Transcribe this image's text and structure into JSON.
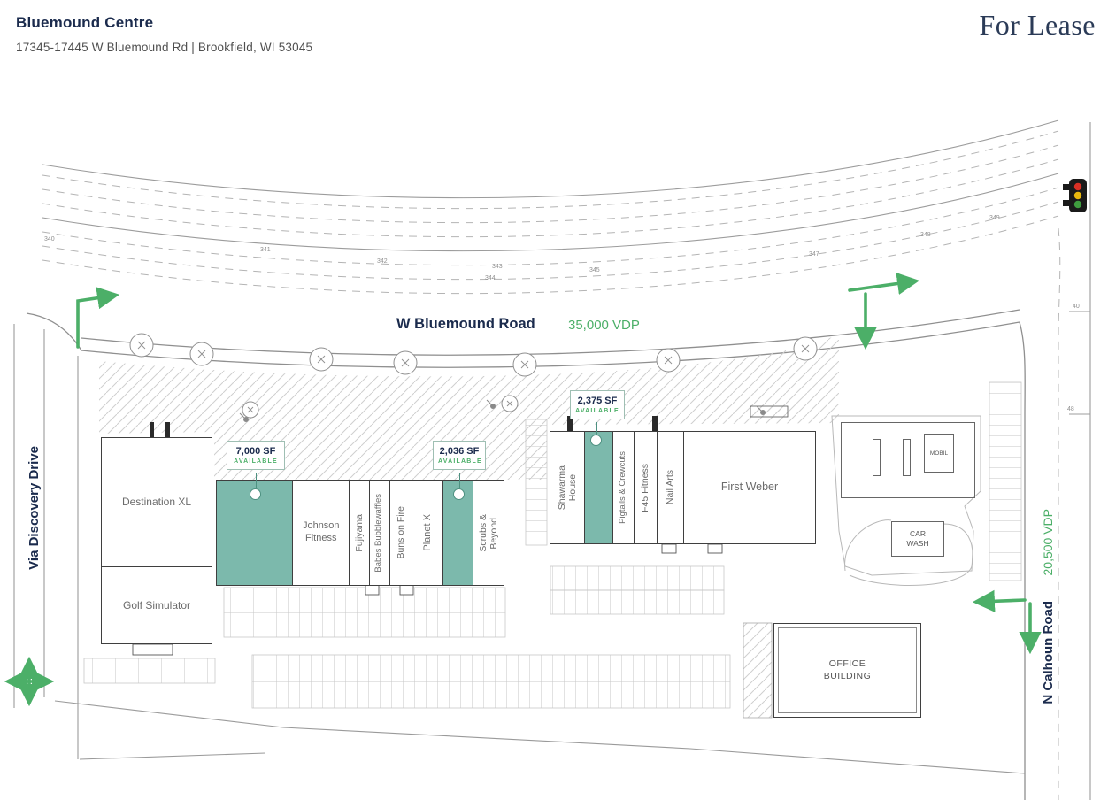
{
  "header": {
    "title": "Bluemound Centre",
    "address": "17345-17445 W Bluemound Rd  |  Brookfield, WI 53045",
    "lease_label": "For Lease"
  },
  "roads": {
    "bluemound": {
      "name": "W Bluemound Road",
      "vdp": "35,000 VDP"
    },
    "discovery": {
      "name": "Via Discovery Drive"
    },
    "calhoun": {
      "name": "N Calhoun Road",
      "vdp": "20,500 VDP"
    }
  },
  "tenants": {
    "destination_xl": "Destination XL",
    "golf_simulator": "Golf Simulator",
    "johnson_fitness": "Johnson Fitness",
    "fujiyama": "Fujiyama",
    "babes_bubblewaffles": "Babes Bubblewaffles",
    "buns_on_fire": "Buns on Fire",
    "planet_x": "Planet X",
    "scrubs_beyond": "Scrubs &\nBeyond",
    "shawarma_house": "Shawarma\nHouse",
    "pigtails_crewcuts": "Pigtails & Crewcuts",
    "f45_fitness": "F45 Fitness",
    "nail_arts": "Nail Arts",
    "first_weber": "First Weber",
    "mobil": "MOBIL",
    "car_wash": "CAR WASH",
    "office_building": "OFFICE BUILDING"
  },
  "available_spaces": [
    {
      "size": "7,000 SF",
      "status": "AVAILABLE"
    },
    {
      "size": "2,036 SF",
      "status": "AVAILABLE"
    },
    {
      "size": "2,375 SF",
      "status": "AVAILABLE"
    }
  ],
  "contours": [
    "340",
    "341",
    "342",
    "343",
    "344",
    "345",
    "347",
    "348",
    "349",
    "40",
    "48"
  ],
  "colors": {
    "accent_green": "#4caf68",
    "available_teal": "#7cb9ac",
    "navy": "#1b2b4d",
    "marker_teal": "#4e9181",
    "label_gray": "#6b6b6b"
  }
}
